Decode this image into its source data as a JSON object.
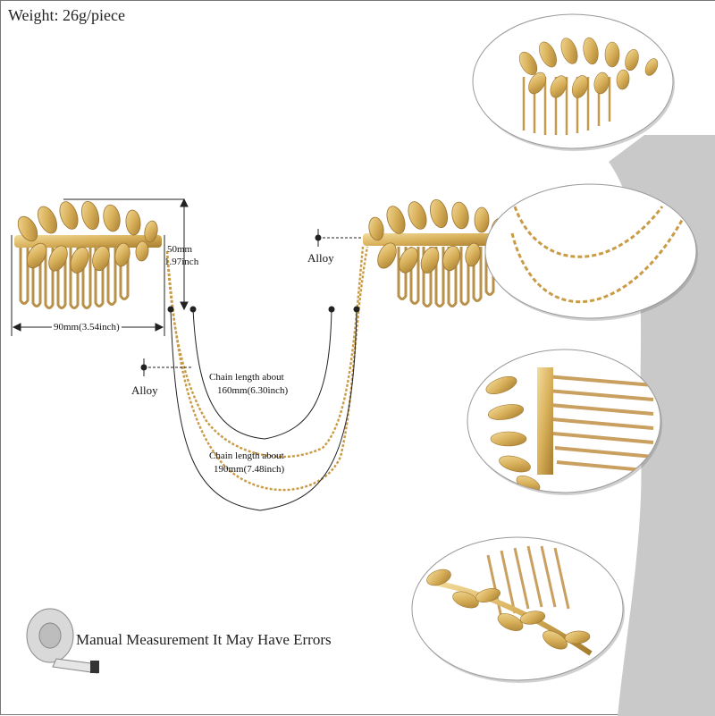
{
  "header": {
    "weight_label": "Weight: 26g/piece"
  },
  "dimensions": {
    "width_label": "90mm(3.54inch)",
    "height_mm": "50mm",
    "height_inch": "1.97inch"
  },
  "material": {
    "left_label": "Alloy",
    "right_label": "Alloy"
  },
  "chains": {
    "short_line1": "Chain length about",
    "short_line2": "160mm(6.30inch)",
    "long_line1": "Chain length about",
    "long_line2": "190mm(7.48inch)"
  },
  "footer": {
    "measurement_note": "Manual Measurement  It May Have Errors"
  },
  "colors": {
    "gold": "#d9b15a",
    "gold_dark": "#a67c2e",
    "panel_grey": "#c4c4c4",
    "line": "#222222"
  }
}
